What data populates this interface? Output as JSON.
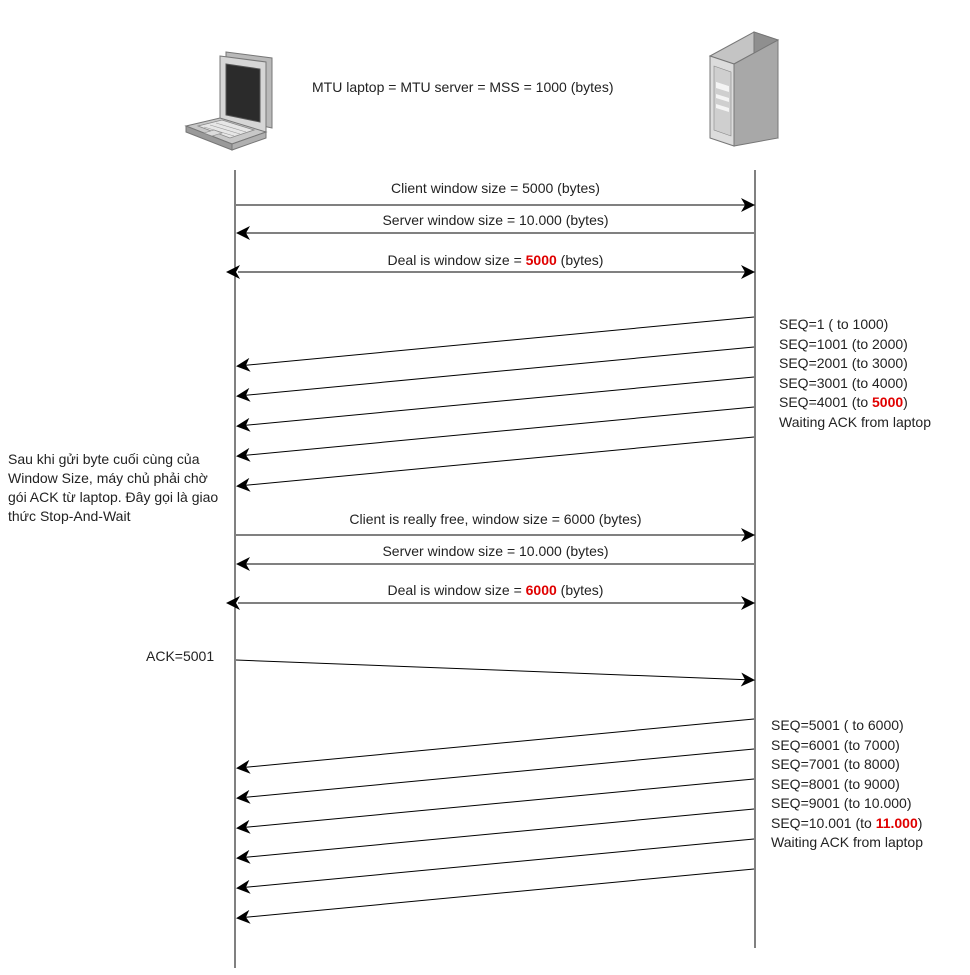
{
  "header": {
    "mtu_text": "MTU laptop = MTU server = MSS = 1000 (bytes)"
  },
  "participants": [
    {
      "name": "laptop-icon"
    },
    {
      "name": "server-icon"
    }
  ],
  "handshake1": {
    "client_window": "Client window size = 5000 (bytes)",
    "server_window": "Server window size = 10.000 (bytes)",
    "deal_prefix": "Deal is window size = ",
    "deal_value": "5000",
    "deal_suffix": " (bytes)"
  },
  "batch1": {
    "seq": [
      "SEQ=1 ( to 1000)",
      "SEQ=1001 (to 2000)",
      "SEQ=2001 (to 3000)",
      "SEQ=3001 (to 4000)"
    ],
    "last_prefix": "SEQ=4001 (to ",
    "last_value": "5000",
    "last_suffix": ")",
    "waiting": "Waiting ACK from laptop"
  },
  "note": "Sau khi gửi byte cuối cùng của Window Size, máy chủ phải chờ gói ACK từ laptop. Đây gọi là giao thức Stop-And-Wait",
  "handshake2": {
    "client_window": "Client is really free, window size = 6000 (bytes)",
    "server_window": "Server window size = 10.000 (bytes)",
    "deal_prefix": "Deal is window size = ",
    "deal_value": "6000",
    "deal_suffix": " (bytes)"
  },
  "ack": "ACK=5001",
  "batch2": {
    "seq": [
      "SEQ=5001 ( to 6000)",
      "SEQ=6001 (to 7000)",
      "SEQ=7001 (to 8000)",
      "SEQ=8001 (to 9000)",
      "SEQ=9001 (to 10.000)"
    ],
    "last_prefix": "SEQ=10.001 (to ",
    "last_value": "11.000",
    "last_suffix": ")",
    "waiting": "Waiting ACK from laptop"
  },
  "colors": {
    "line": "#000000",
    "highlight": "#e00000",
    "text": "#222222"
  }
}
